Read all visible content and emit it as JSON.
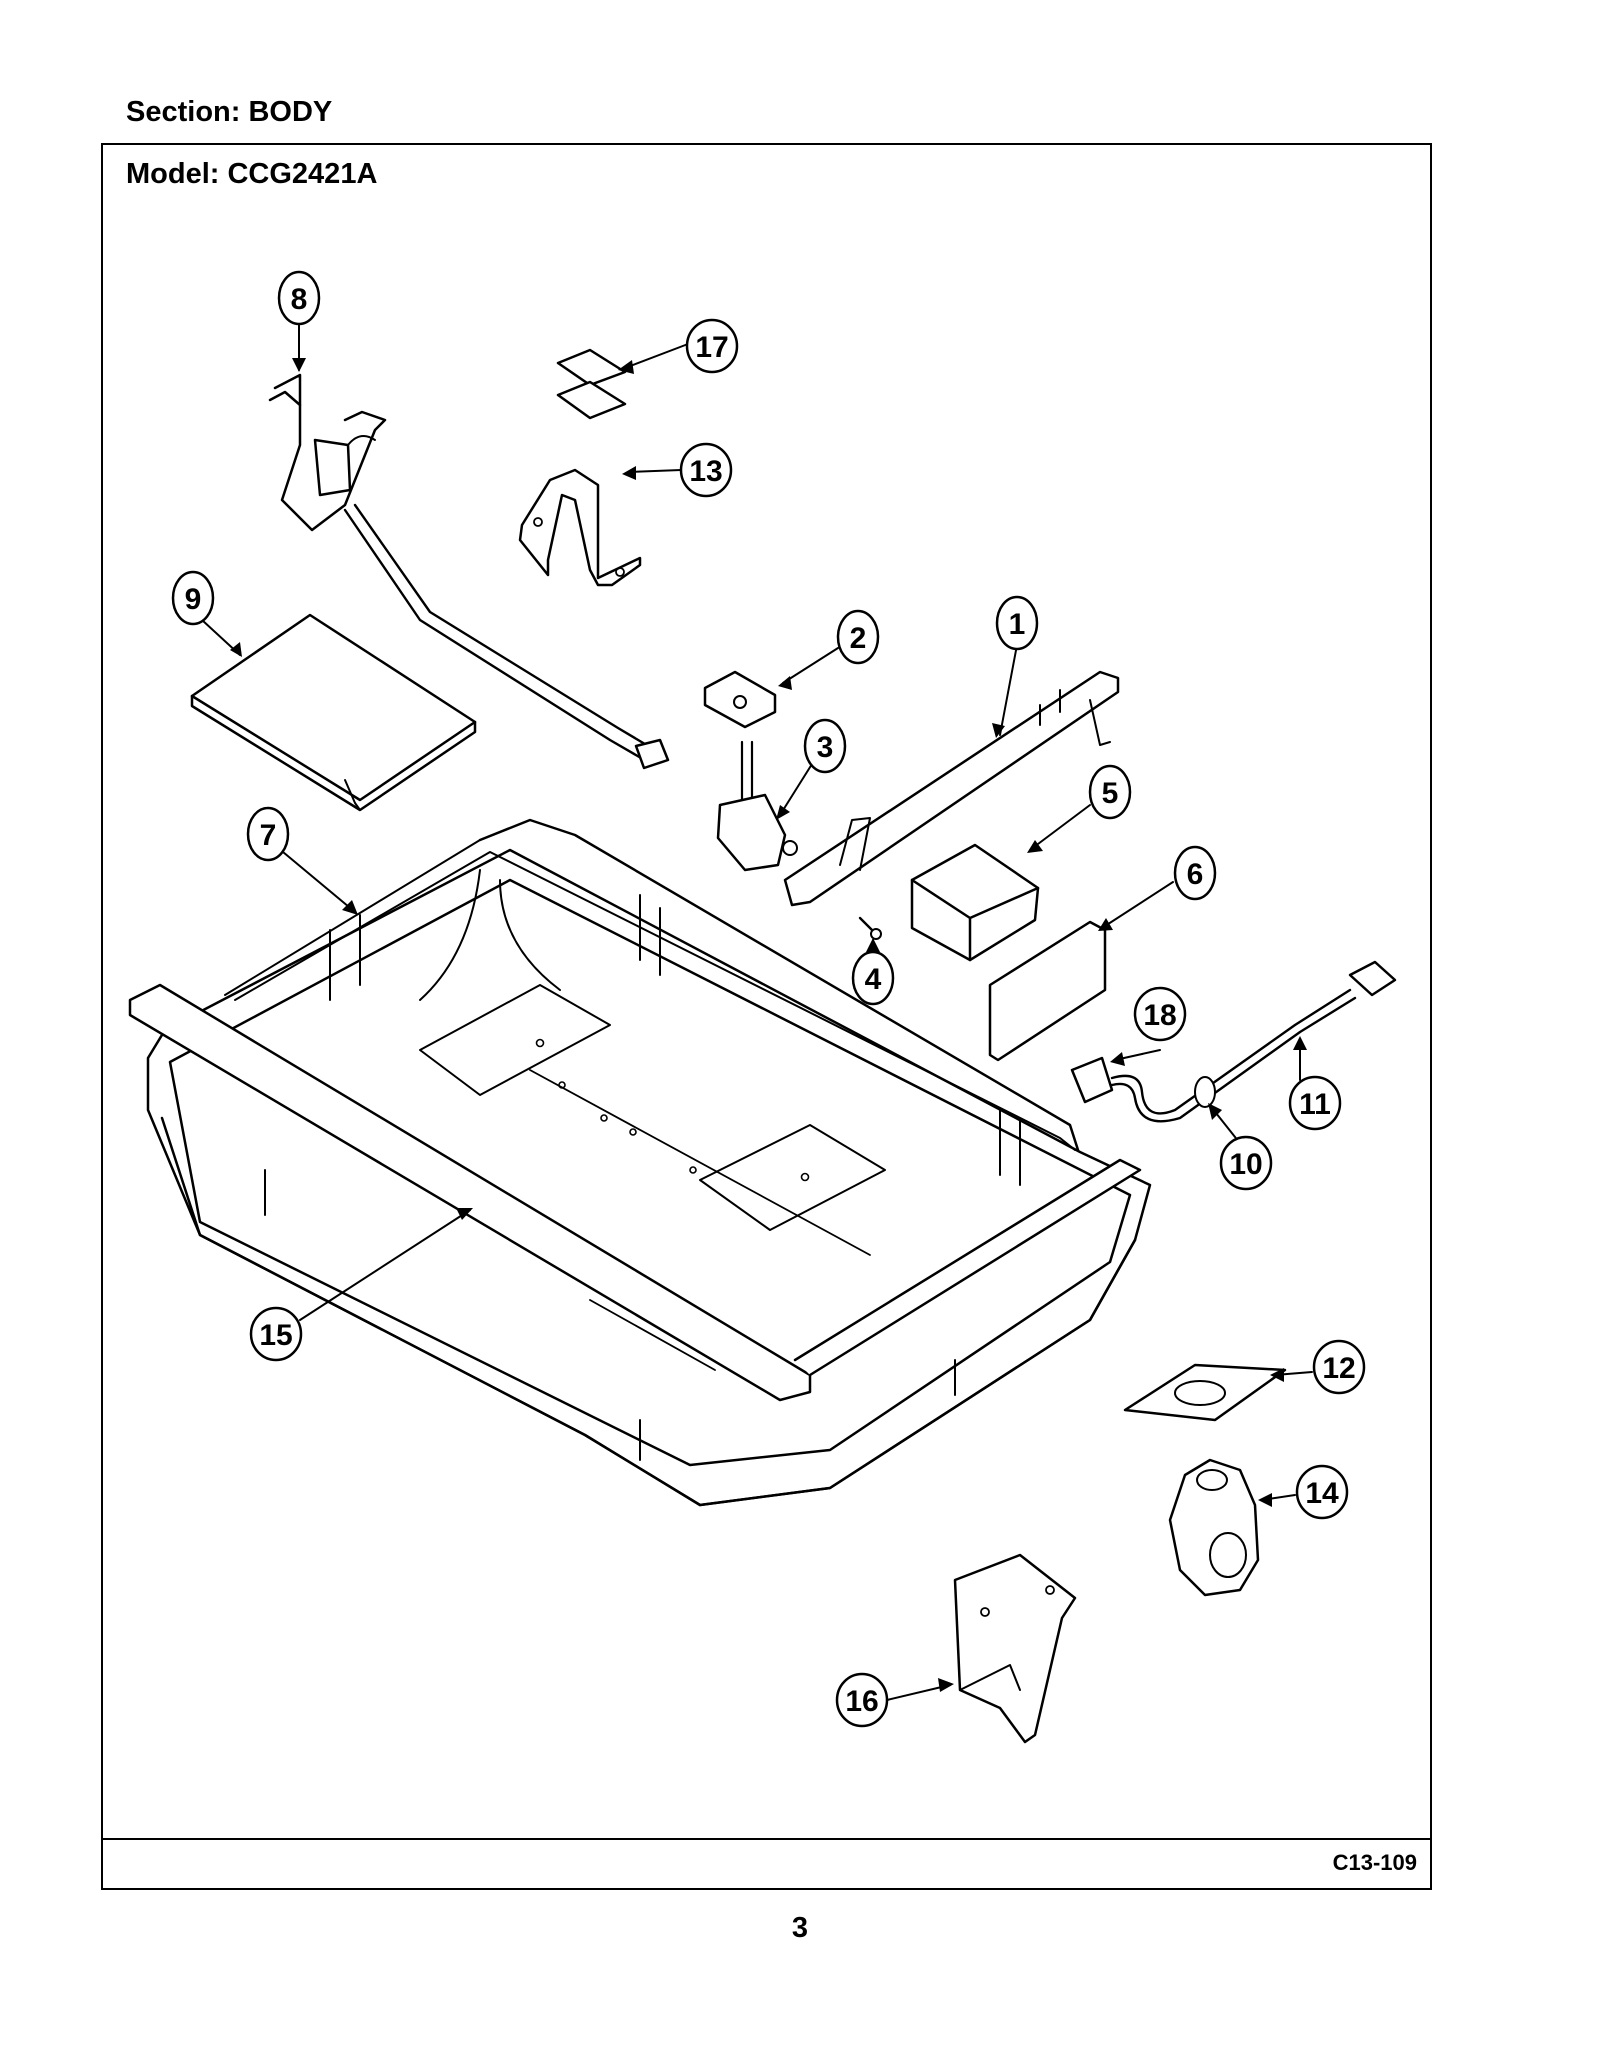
{
  "header": {
    "section_label": "Section:  BODY",
    "model_label": "Model:  CCG2421A"
  },
  "footer": {
    "figure_code": "C13-109",
    "page_number": "3"
  },
  "callouts": [
    "1",
    "2",
    "3",
    "4",
    "5",
    "6",
    "7",
    "8",
    "9",
    "10",
    "11",
    "12",
    "13",
    "14",
    "15",
    "16",
    "17",
    "18"
  ]
}
